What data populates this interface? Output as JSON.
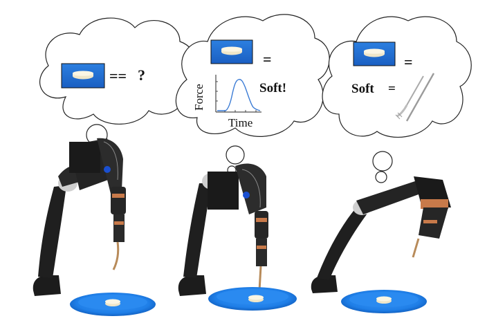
{
  "panels": [
    {
      "thought_lines": [
        {
          "op": "==",
          "result": "?"
        }
      ]
    },
    {
      "thought_lines": [
        {
          "op": "="
        }
      ],
      "graph": {
        "ylabel": "Force",
        "xlabel": "Time"
      },
      "conclusion": "Soft!"
    },
    {
      "thought_lines": [
        {
          "op": "="
        }
      ],
      "property": "Soft",
      "property_op": "="
    }
  ],
  "colors": {
    "plate": "#1f7fe8",
    "thumbnail_bg": "#1e6fd6",
    "force_curve": "#3a7bd5",
    "robot_arm": "#1c1c1c"
  },
  "icons": [
    "thought-cloud",
    "food-thumbnail",
    "force-time-graph",
    "fork-tool",
    "robot-arm",
    "blue-plate",
    "food-piece"
  ]
}
